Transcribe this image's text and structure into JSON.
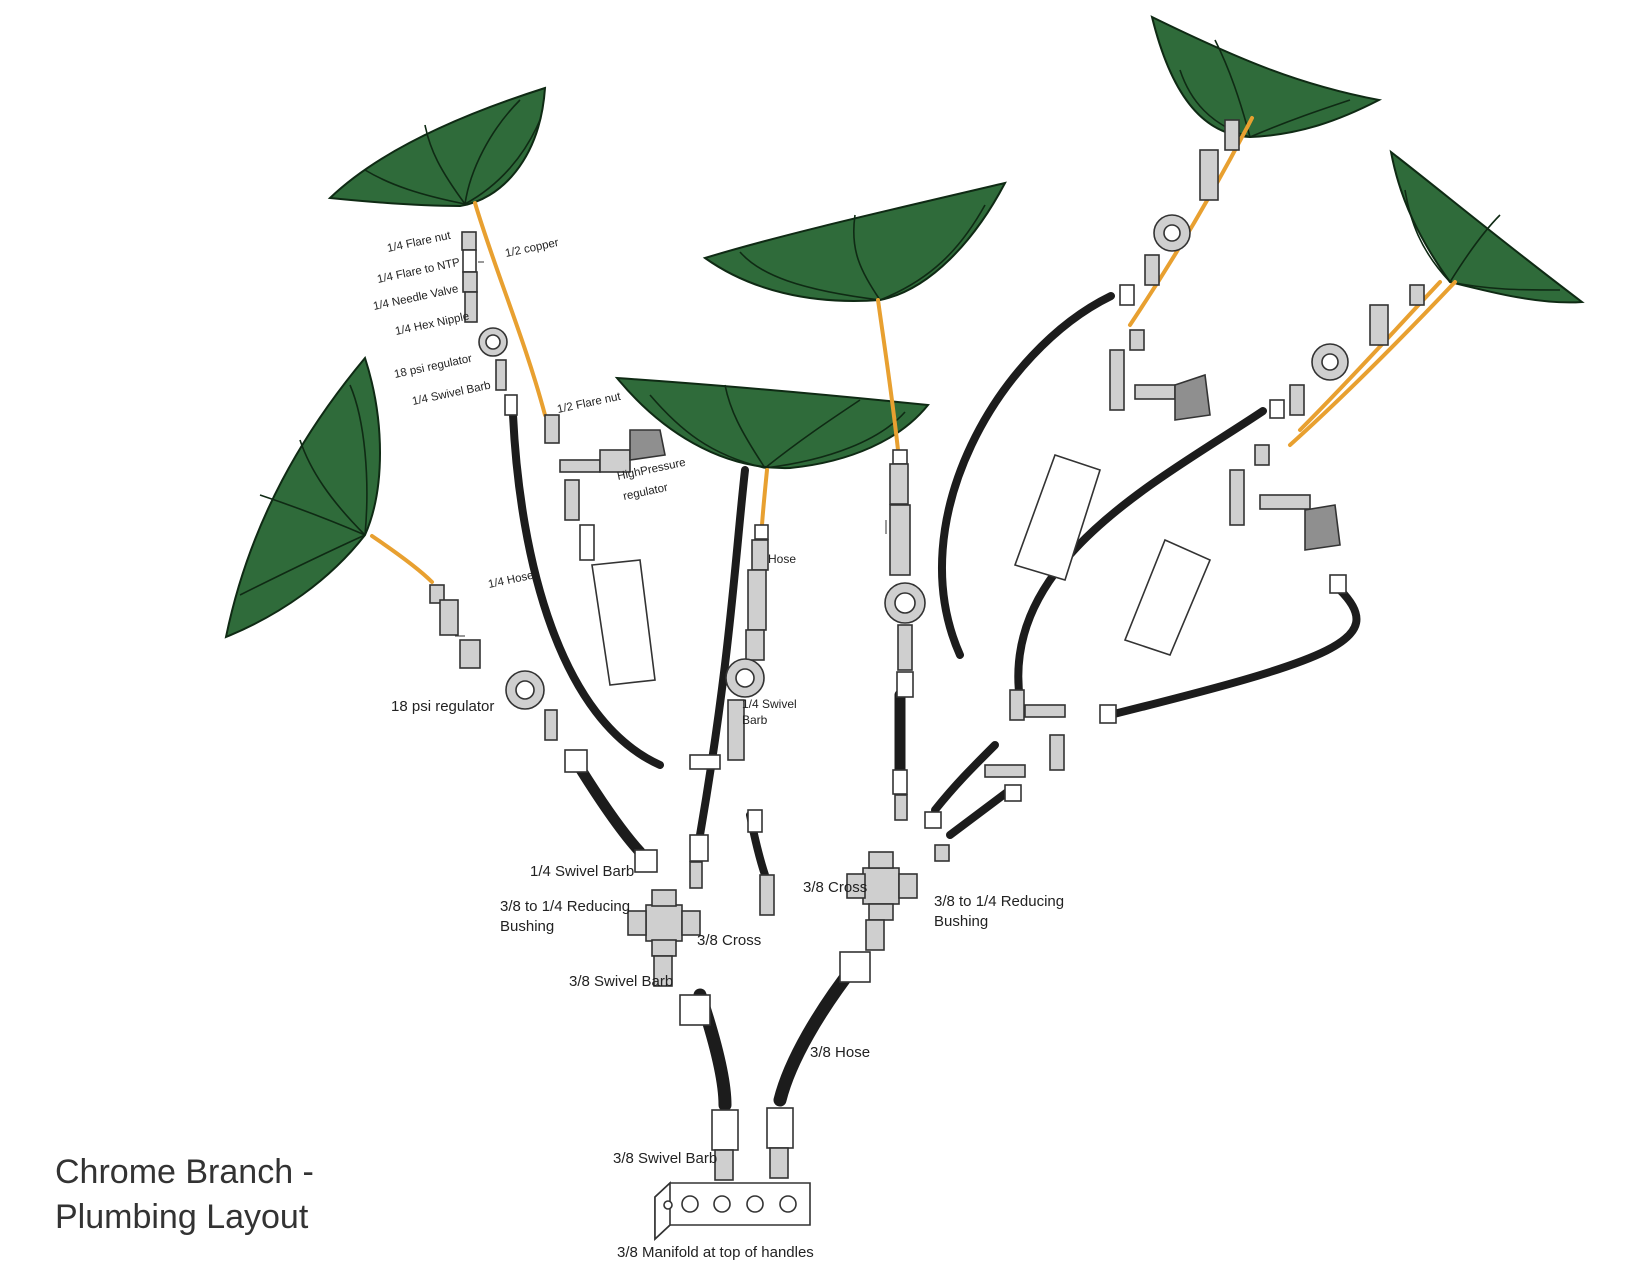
{
  "title": {
    "line1": "Chrome Branch -",
    "line2": "Plumbing Layout"
  },
  "labels": {
    "flare_nut_14": "1/4 Flare nut",
    "flare_to_ntp_14": "1/4 Flare to NTP",
    "needle_valve_14": "1/4 Needle Valve",
    "hex_nipple_14": "1/4 Hex Nipple",
    "regulator_18psi_top": "18 psi regulator",
    "swivel_barb_14_top": "1/4 Swivel Barb",
    "copper_12": "1/2 copper",
    "flare_nut_12": "1/2 Flare nut",
    "highpressure_regulator_l1": "HighPressure",
    "highpressure_regulator_l2": "regulator",
    "hose_14": "1/4 Hose",
    "hose_small": "Hose",
    "swivel_barb_14_mid_l1": "1/4 Swivel",
    "swivel_barb_14_mid_l2": "Barb",
    "regulator_18psi_left": "18 psi regulator",
    "swivel_barb_14_left": "1/4 Swivel Barb",
    "reducing_bushing_left_l1": "3/8 to 1/4 Reducing",
    "reducing_bushing_left_l2": "Bushing",
    "cross_38_left": "3/8 Cross",
    "swivel_barb_38_left": "3/8 Swivel Barb",
    "cross_38_right": "3/8 Cross",
    "reducing_bushing_right_l1": "3/8 to 1/4 Reducing",
    "reducing_bushing_right_l2": "Bushing",
    "hose_38": "3/8 Hose",
    "swivel_barb_38_bottom": "3/8 Swivel Barb",
    "manifold_38": "3/8 Manifold at top of handles"
  },
  "colors": {
    "leaf": "#2f6b3a",
    "leaf_outline": "#0f2a14",
    "hose": "#1c1c1c",
    "copper": "#e8a030",
    "fitting": "#cfcfcf"
  }
}
